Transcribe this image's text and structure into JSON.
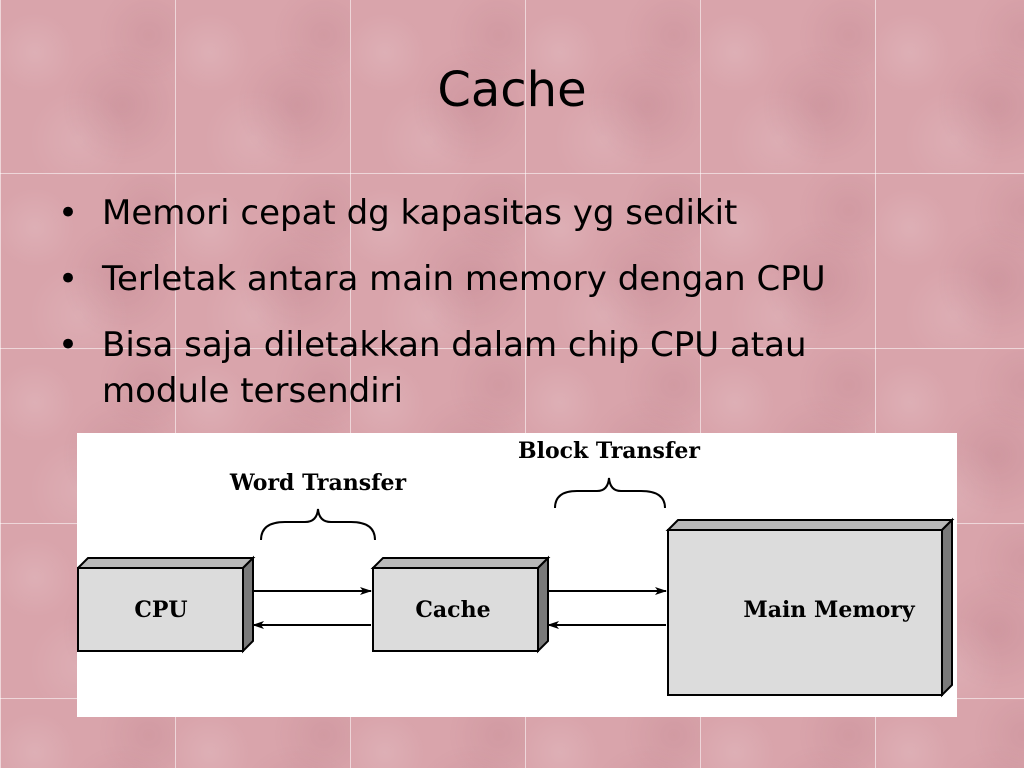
{
  "slide": {
    "title": "Cache",
    "bullets": [
      "Memori cepat dg kapasitas yg sedikit",
      "Terletak antara main memory dengan CPU",
      "Bisa saja diletakkan dalam chip CPU atau module tersendiri"
    ]
  },
  "diagram": {
    "word_transfer_label": "Word Transfer",
    "block_transfer_label": "Block Transfer",
    "cpu_label": "CPU",
    "cache_label": "Cache",
    "main_memory_label": "Main Memory"
  },
  "colors": {
    "background": "#d9a4ab",
    "box_fill": "#dcdcdc",
    "box_top": "#b9b9b9",
    "box_side": "#7a7a7a",
    "figure_bg": "#ffffff"
  }
}
